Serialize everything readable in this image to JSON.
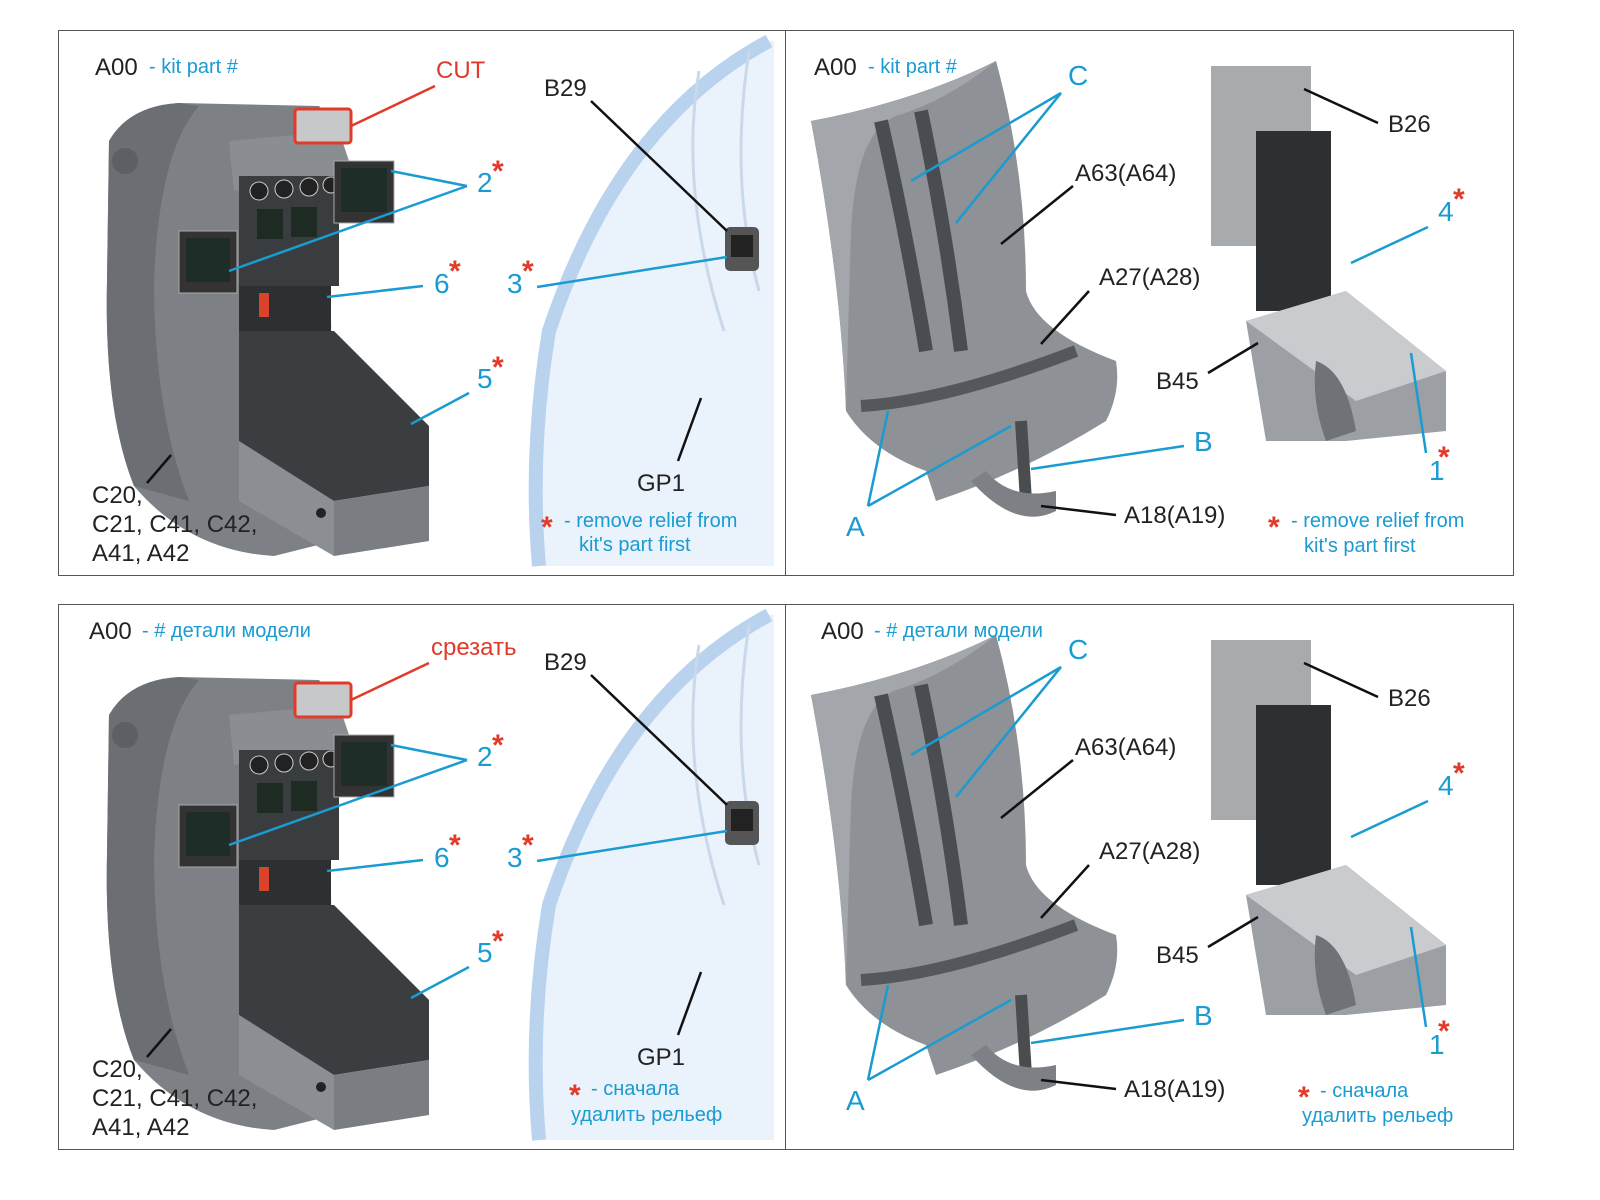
{
  "colors": {
    "label": "#222222",
    "accent": "#1a9bd1",
    "cut": "#e23a2a",
    "part": "#8a8d91"
  },
  "panels": [
    {
      "header_code": "A00",
      "header_text": "- kit part #",
      "cut": "CUT",
      "labels": {
        "p2": "2",
        "p6": "6",
        "p5": "5",
        "p3": "3",
        "b29": "B29",
        "gp1": "GP1",
        "parts_l1": "C20,",
        "parts_l2": "C21, C41, C42,",
        "parts_l3": "A41, A42"
      },
      "note_star": "*",
      "note_l1": "- remove relief from",
      "note_l2": "kit's part first"
    },
    {
      "header_code": "A00",
      "header_text": "- kit part #",
      "labels": {
        "c": "C",
        "a63": "A63(A64)",
        "a27": "A27(A28)",
        "b": "B",
        "a": "A",
        "a18": "A18(A19)",
        "b26": "B26",
        "p4": "4",
        "b45": "B45",
        "p1": "1"
      },
      "note_star": "*",
      "note_l1": "- remove relief from",
      "note_l2": "kit's part first"
    },
    {
      "header_code": "A00",
      "header_text": "- # детали модели",
      "cut": "срезать",
      "labels": {
        "p2": "2",
        "p6": "6",
        "p5": "5",
        "p3": "3",
        "b29": "B29",
        "gp1": "GP1",
        "parts_l1": "C20,",
        "parts_l2": "C21, C41, C42,",
        "parts_l3": "A41, A42"
      },
      "note_star": "*",
      "note_l1": "- сначала",
      "note_l2": "удалить рельеф"
    },
    {
      "header_code": "A00",
      "header_text": "- # детали модели",
      "labels": {
        "c": "C",
        "a63": "A63(A64)",
        "a27": "A27(A28)",
        "b": "B",
        "a": "A",
        "a18": "A18(A19)",
        "b26": "B26",
        "p4": "4",
        "b45": "B45",
        "p1": "1"
      },
      "note_star": "*",
      "note_l1": "- сначала",
      "note_l2": "удалить рельеф"
    }
  ]
}
